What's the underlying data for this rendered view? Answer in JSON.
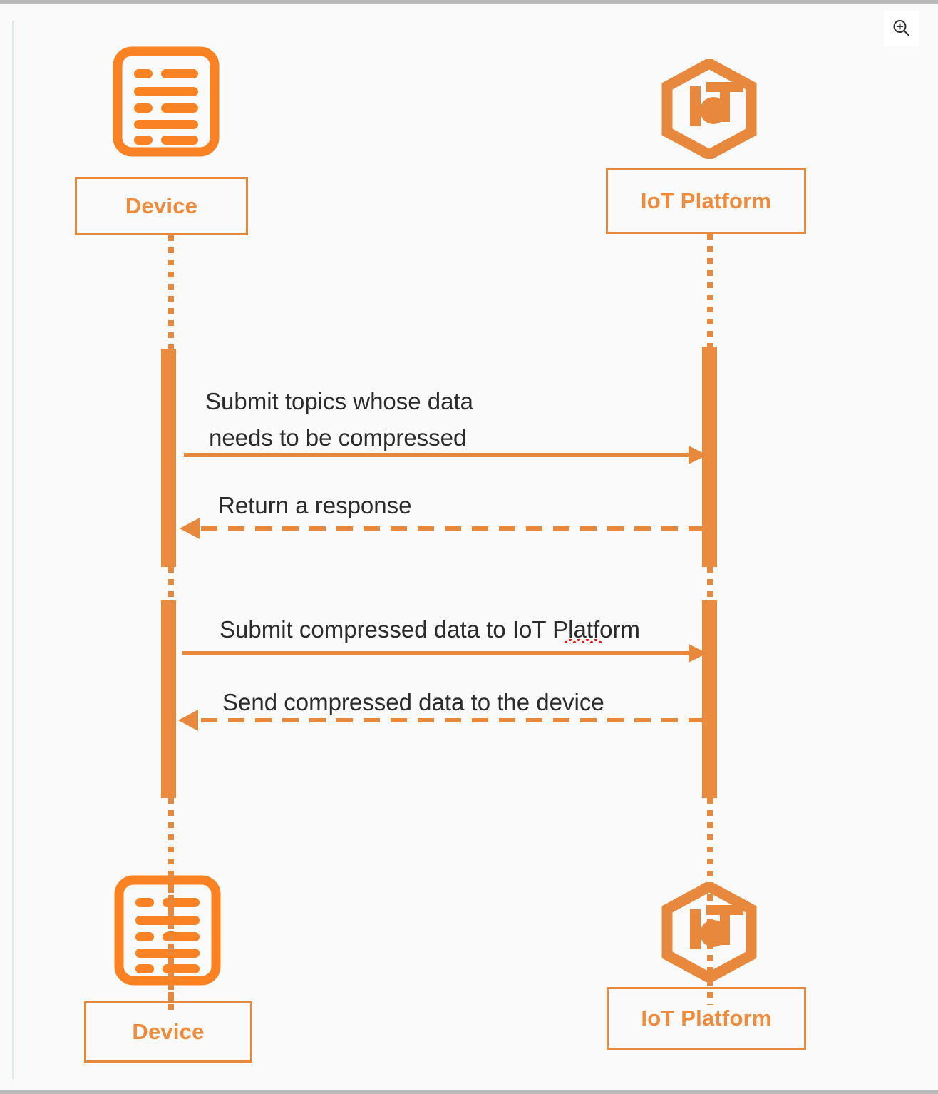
{
  "diagram": {
    "type": "sequence-diagram",
    "background_color": "#fafafa",
    "accent_color": "#e8883c",
    "text_color": "#2b2b2b",
    "participants": [
      {
        "id": "device",
        "label": "Device",
        "icon": "server-rack-icon"
      },
      {
        "id": "iot",
        "label": "IoT Platform",
        "icon": "iot-hexagon-icon"
      }
    ],
    "footer_participants": [
      {
        "id": "device",
        "label": "Device",
        "icon": "server-rack-icon"
      },
      {
        "id": "iot",
        "label": "IoT Platform",
        "icon": "iot-hexagon-icon"
      }
    ],
    "messages": [
      {
        "index": 1,
        "from": "device",
        "to": "iot",
        "direction": "right",
        "style": "solid",
        "text_line1": "Submit topics whose data",
        "text_line2": "needs to be compressed",
        "spellcheck_underline": false
      },
      {
        "index": 2,
        "from": "iot",
        "to": "device",
        "direction": "left",
        "style": "dashed",
        "text_line1": "Return a response",
        "text_line2": "",
        "spellcheck_underline": false
      },
      {
        "index": 3,
        "from": "device",
        "to": "iot",
        "direction": "right",
        "style": "solid",
        "text_line1": "Submit compressed data to IoT Platform",
        "text_line2": "",
        "spellcheck_underline": true
      },
      {
        "index": 4,
        "from": "iot",
        "to": "device",
        "direction": "left",
        "style": "dashed",
        "text_line1": "Send compressed data to the device",
        "text_line2": "",
        "spellcheck_underline": false
      }
    ]
  },
  "toolbar": {
    "zoom_button_label": "",
    "zoom_icon": "zoom-in-icon"
  }
}
